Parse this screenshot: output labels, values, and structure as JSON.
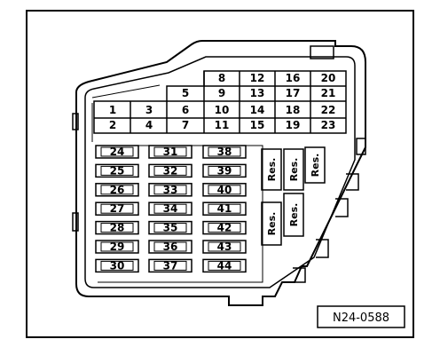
{
  "grid_top": {
    "rows": [
      [
        "",
        "",
        "",
        "8",
        "12",
        "16",
        "20"
      ],
      [
        "",
        "",
        "5",
        "9",
        "13",
        "17",
        "21"
      ],
      [
        "1",
        "3",
        "6",
        "10",
        "14",
        "18",
        "22"
      ],
      [
        "2",
        "4",
        "7",
        "11",
        "15",
        "19",
        "23"
      ]
    ]
  },
  "fuse_columns": [
    [
      "24",
      "25",
      "26",
      "27",
      "28",
      "29",
      "30"
    ],
    [
      "31",
      "32",
      "33",
      "34",
      "35",
      "36",
      "37"
    ],
    [
      "38",
      "39",
      "40",
      "41",
      "42",
      "43",
      "44"
    ]
  ],
  "relay_label": "Res.",
  "figure_code": "N24-0588"
}
